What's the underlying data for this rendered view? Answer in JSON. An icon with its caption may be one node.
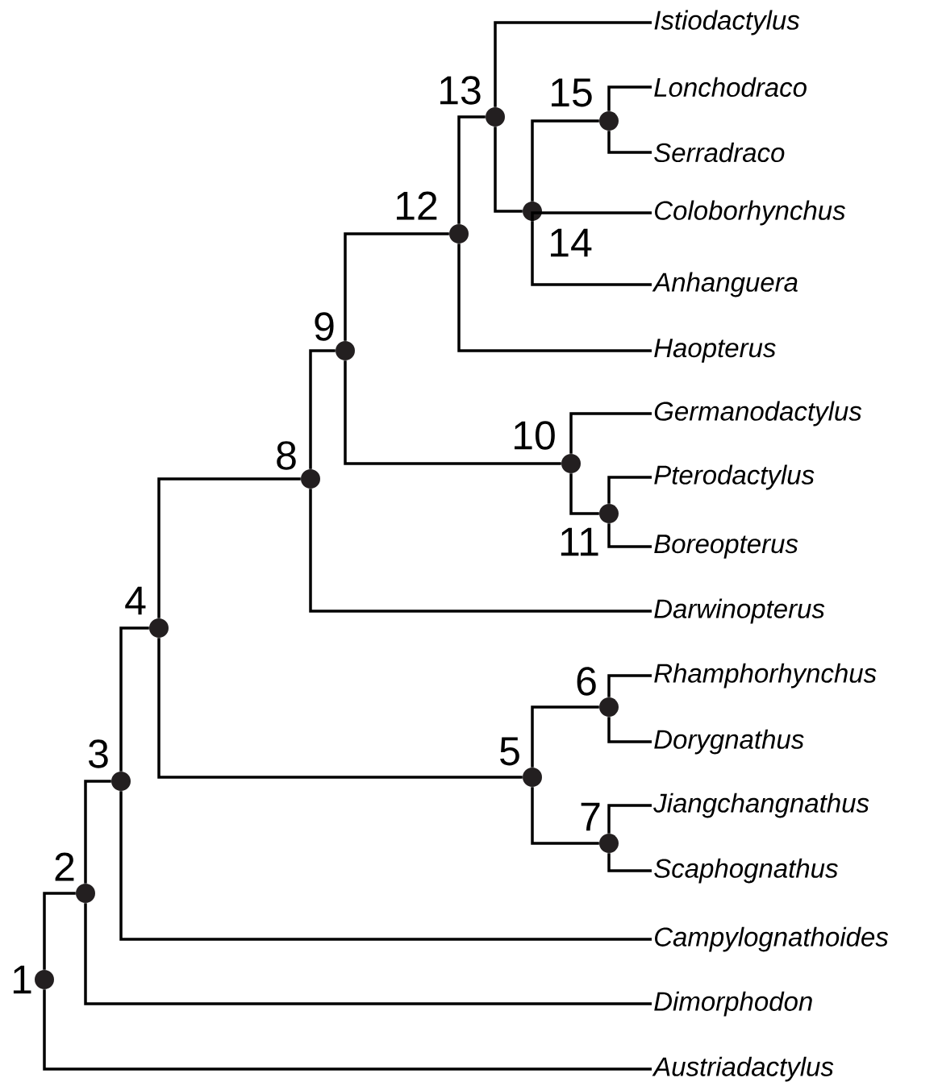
{
  "diagram": {
    "nodes": [
      {
        "text": [],
        "shape": "circle",
        "beside": [
          "1"
        ]
      },
      {
        "text": [],
        "shape": "circle",
        "beside": [
          "2"
        ]
      },
      {
        "text": [],
        "shape": "circle",
        "beside": [
          "3"
        ]
      },
      {
        "text": [],
        "shape": "circle",
        "beside": [
          "4"
        ]
      },
      {
        "text": [],
        "shape": "circle",
        "beside": [
          "5"
        ]
      },
      {
        "text": [],
        "shape": "circle",
        "beside": [
          "6"
        ]
      },
      {
        "text": [],
        "shape": "circle",
        "beside": [
          "7"
        ]
      },
      {
        "text": [],
        "shape": "circle",
        "beside": [
          "8"
        ]
      },
      {
        "text": [],
        "shape": "circle",
        "beside": [
          "9"
        ]
      },
      {
        "text": [],
        "shape": "circle",
        "beside": [
          "10"
        ]
      },
      {
        "text": [],
        "shape": "circle",
        "beside": [
          "11"
        ]
      },
      {
        "text": [],
        "shape": "circle",
        "beside": [
          "12"
        ]
      },
      {
        "text": [],
        "shape": "circle",
        "beside": [
          "13"
        ]
      },
      {
        "text": [],
        "shape": "circle",
        "beside": [
          "14"
        ]
      },
      {
        "text": [],
        "shape": "circle",
        "beside": [
          "15"
        ]
      },
      {
        "text": [
          "Istiodactylus"
        ]
      },
      {
        "text": [
          "Lonchodraco"
        ]
      },
      {
        "text": [
          "Serradraco"
        ]
      },
      {
        "text": [
          "Coloborhynchus"
        ]
      },
      {
        "text": [
          "Anhanguera"
        ]
      },
      {
        "text": [
          "Haopterus"
        ]
      },
      {
        "text": [
          "Germanodactylus"
        ]
      },
      {
        "text": [
          "Pterodactylus"
        ]
      },
      {
        "text": [
          "Boreopterus"
        ]
      },
      {
        "text": [
          "Darwinopterus"
        ]
      },
      {
        "text": [
          "Rhamphorhynchus"
        ]
      },
      {
        "text": [
          "Dorygnathus"
        ]
      },
      {
        "text": [
          "Jiangchangnathus"
        ]
      },
      {
        "text": [
          "Scaphognathus"
        ]
      },
      {
        "text": [
          "Campylognathoides"
        ]
      },
      {
        "text": [
          "Dimorphodon"
        ]
      },
      {
        "text": [
          "Austriadactylus"
        ]
      }
    ],
    "edges": [
      {
        "from": 0,
        "to": 1,
        "arrow": "none"
      },
      {
        "from": 0,
        "to": 31,
        "arrow": "none"
      },
      {
        "from": 1,
        "to": 2,
        "arrow": "none"
      },
      {
        "from": 1,
        "to": 30,
        "arrow": "none"
      },
      {
        "from": 2,
        "to": 3,
        "arrow": "none"
      },
      {
        "from": 2,
        "to": 29,
        "arrow": "none"
      },
      {
        "from": 3,
        "to": 7,
        "arrow": "none"
      },
      {
        "from": 3,
        "to": 4,
        "arrow": "none"
      },
      {
        "from": 4,
        "to": 5,
        "arrow": "none"
      },
      {
        "from": 4,
        "to": 6,
        "arrow": "none"
      },
      {
        "from": 5,
        "to": 25,
        "arrow": "none"
      },
      {
        "from": 5,
        "to": 26,
        "arrow": "none"
      },
      {
        "from": 6,
        "to": 27,
        "arrow": "none"
      },
      {
        "from": 6,
        "to": 28,
        "arrow": "none"
      },
      {
        "from": 7,
        "to": 8,
        "arrow": "none"
      },
      {
        "from": 7,
        "to": 24,
        "arrow": "none"
      },
      {
        "from": 8,
        "to": 11,
        "arrow": "none"
      },
      {
        "from": 8,
        "to": 9,
        "arrow": "none"
      },
      {
        "from": 9,
        "to": 21,
        "arrow": "none"
      },
      {
        "from": 9,
        "to": 10,
        "arrow": "none"
      },
      {
        "from": 10,
        "to": 22,
        "arrow": "none"
      },
      {
        "from": 10,
        "to": 23,
        "arrow": "none"
      },
      {
        "from": 11,
        "to": 12,
        "arrow": "none"
      },
      {
        "from": 11,
        "to": 20,
        "arrow": "none"
      },
      {
        "from": 12,
        "to": 15,
        "arrow": "none"
      },
      {
        "from": 12,
        "to": 13,
        "arrow": "none"
      },
      {
        "from": 13,
        "to": 14,
        "arrow": "none"
      },
      {
        "from": 13,
        "to": 18,
        "arrow": "none"
      },
      {
        "from": 13,
        "to": 19,
        "arrow": "none"
      },
      {
        "from": 14,
        "to": 16,
        "arrow": "none"
      },
      {
        "from": 14,
        "to": 17,
        "arrow": "none"
      }
    ]
  }
}
